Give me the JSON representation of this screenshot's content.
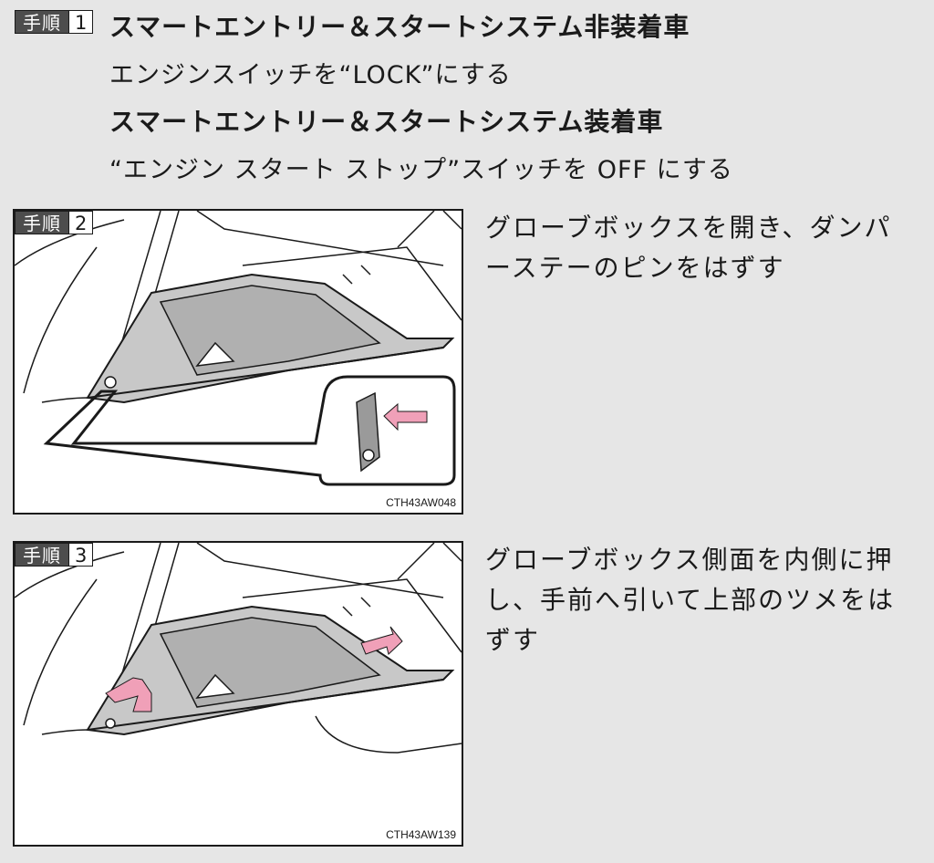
{
  "step1": {
    "label": "手順",
    "number": "1",
    "heading_a": "スマートエントリー＆スタートシステム非装着車",
    "text_a": "エンジンスイッチを“LOCK”にする",
    "heading_b": "スマートエントリー＆スタートシステム装着車",
    "text_b": "“エンジン スタート ストップ”スイッチを OFF にする"
  },
  "step2": {
    "label": "手順",
    "number": "2",
    "figure_code": "CTH43AW048",
    "description": "グローブボックスを開き、ダンパーステーのピンをはずす"
  },
  "step3": {
    "label": "手順",
    "number": "3",
    "figure_code": "CTH43AW139",
    "description": "グローブボックス側面を内側に押し、手前へ引いて上部のツメをはずす"
  },
  "colors": {
    "arrow": "#f0a0b8",
    "tag_bg": "#4d4d4d",
    "page_bg": "#e6e6e6"
  }
}
